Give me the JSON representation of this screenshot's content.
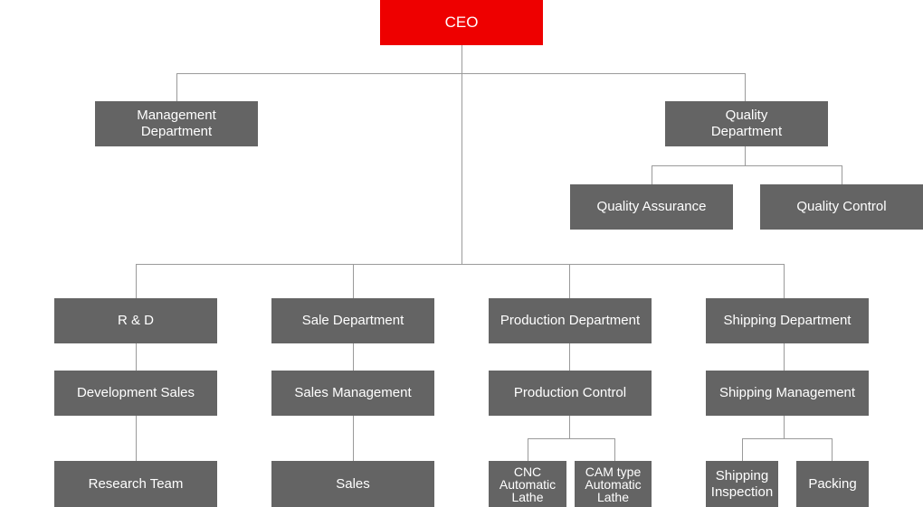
{
  "colors": {
    "ceo_fill": "#EE0000",
    "node_fill": "#646464",
    "text": "#FFFFFF",
    "connector": "#9A9A9A"
  },
  "nodes": {
    "ceo": "CEO",
    "management": "Management Department",
    "quality": "Quality Department",
    "quality_assurance": "Quality Assurance",
    "quality_control": "Quality Control",
    "rnd": "R & D",
    "sale": "Sale Department",
    "production": "Production Department",
    "shipping": "Shipping Department",
    "development_sales": "Development Sales",
    "sales_management": "Sales Management",
    "production_control": "Production Control",
    "shipping_management": "Shipping Management",
    "research_team": "Research Team",
    "sales": "Sales",
    "cnc_lathe": "CNC Automatic Lathe",
    "cam_lathe": "CAM type Automatic Lathe",
    "shipping_inspection": "Shipping Inspection",
    "packing": "Packing"
  }
}
